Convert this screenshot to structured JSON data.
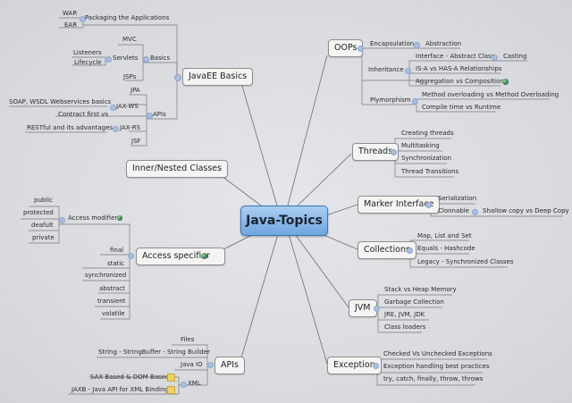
{
  "root": {
    "label": "Java-Topics"
  },
  "javaee": {
    "label": "JavaEE Basics",
    "packaging": {
      "label": "Packaging the Applications",
      "items": [
        "WAR",
        "EAR"
      ]
    },
    "basics": {
      "label": "Basics",
      "mvc": "MVC",
      "jsps": "JSPs",
      "servlets": {
        "label": "Servlets",
        "items": [
          "Listeners",
          "Lifecycle"
        ]
      }
    },
    "apis": {
      "label": "APIs",
      "jpa": "JPA",
      "jsf": "JSF",
      "jaxws": {
        "label": "JAX-WS",
        "items": [
          "SOAP, WSDL Webservices basics",
          "Contract first vs"
        ]
      },
      "jaxrs": {
        "label": "JAX-RS",
        "items": [
          "RESTful  and its advantages"
        ]
      }
    }
  },
  "inner": {
    "label": "Inner/Nested Classes"
  },
  "access": {
    "label": "Access specifier",
    "modifier": {
      "label": "Access modifier",
      "items": [
        "public",
        "protected",
        "deafult",
        "private"
      ]
    },
    "items": [
      "final",
      "static",
      "synchronized",
      "abstract",
      "transient",
      "volatile"
    ]
  },
  "apis": {
    "label": "APIs",
    "files": "Files",
    "string": "String - StringBuffer - String Builder",
    "javaio": "Java IO",
    "xml": {
      "label": "XML",
      "items": [
        "SAX Based & DOM Based",
        "JAXB - Java API for XML Binding"
      ]
    }
  },
  "oops": {
    "label": "OOPs",
    "encapsulation": {
      "label": "Encapsulation",
      "child": "Abstraction"
    },
    "inheritance": {
      "label": "Inheritance",
      "iface": {
        "label": "Interface - Abstract Class",
        "child": "Casting"
      },
      "isa": "IS-A vs HAS-A Relationships",
      "agg": "Aggregation vs Composition"
    },
    "poly": {
      "label": "Plymorphism",
      "items": [
        "Method overloading vs Method Overloading",
        "Compile time vs Runtime"
      ]
    }
  },
  "threads": {
    "label": "Threads",
    "items": [
      "Creating threads",
      "Multitasking",
      "Synchronization",
      "Thread Transitions"
    ]
  },
  "marker": {
    "label": "Marker Interface",
    "serialization": "Serialization",
    "clonnable": {
      "label": "Clonnable",
      "child": "Shallow copy vs Deep Copy"
    }
  },
  "collections": {
    "label": "Collections",
    "items": [
      "Map, List and Set",
      "Equals - Hashcode",
      "Legacy - Synchronized Classes"
    ]
  },
  "jvm": {
    "label": "JVM",
    "items": [
      "Stack vs Heap Memory",
      "Garbage Collection",
      "JRE, JVM, JDK",
      "Class loaders"
    ]
  },
  "exception": {
    "label": "Exception",
    "items": [
      "Checked Vs Unchecked Exceptions",
      "Exception handling best practices",
      "try, catch, finally, throw, throws"
    ]
  }
}
